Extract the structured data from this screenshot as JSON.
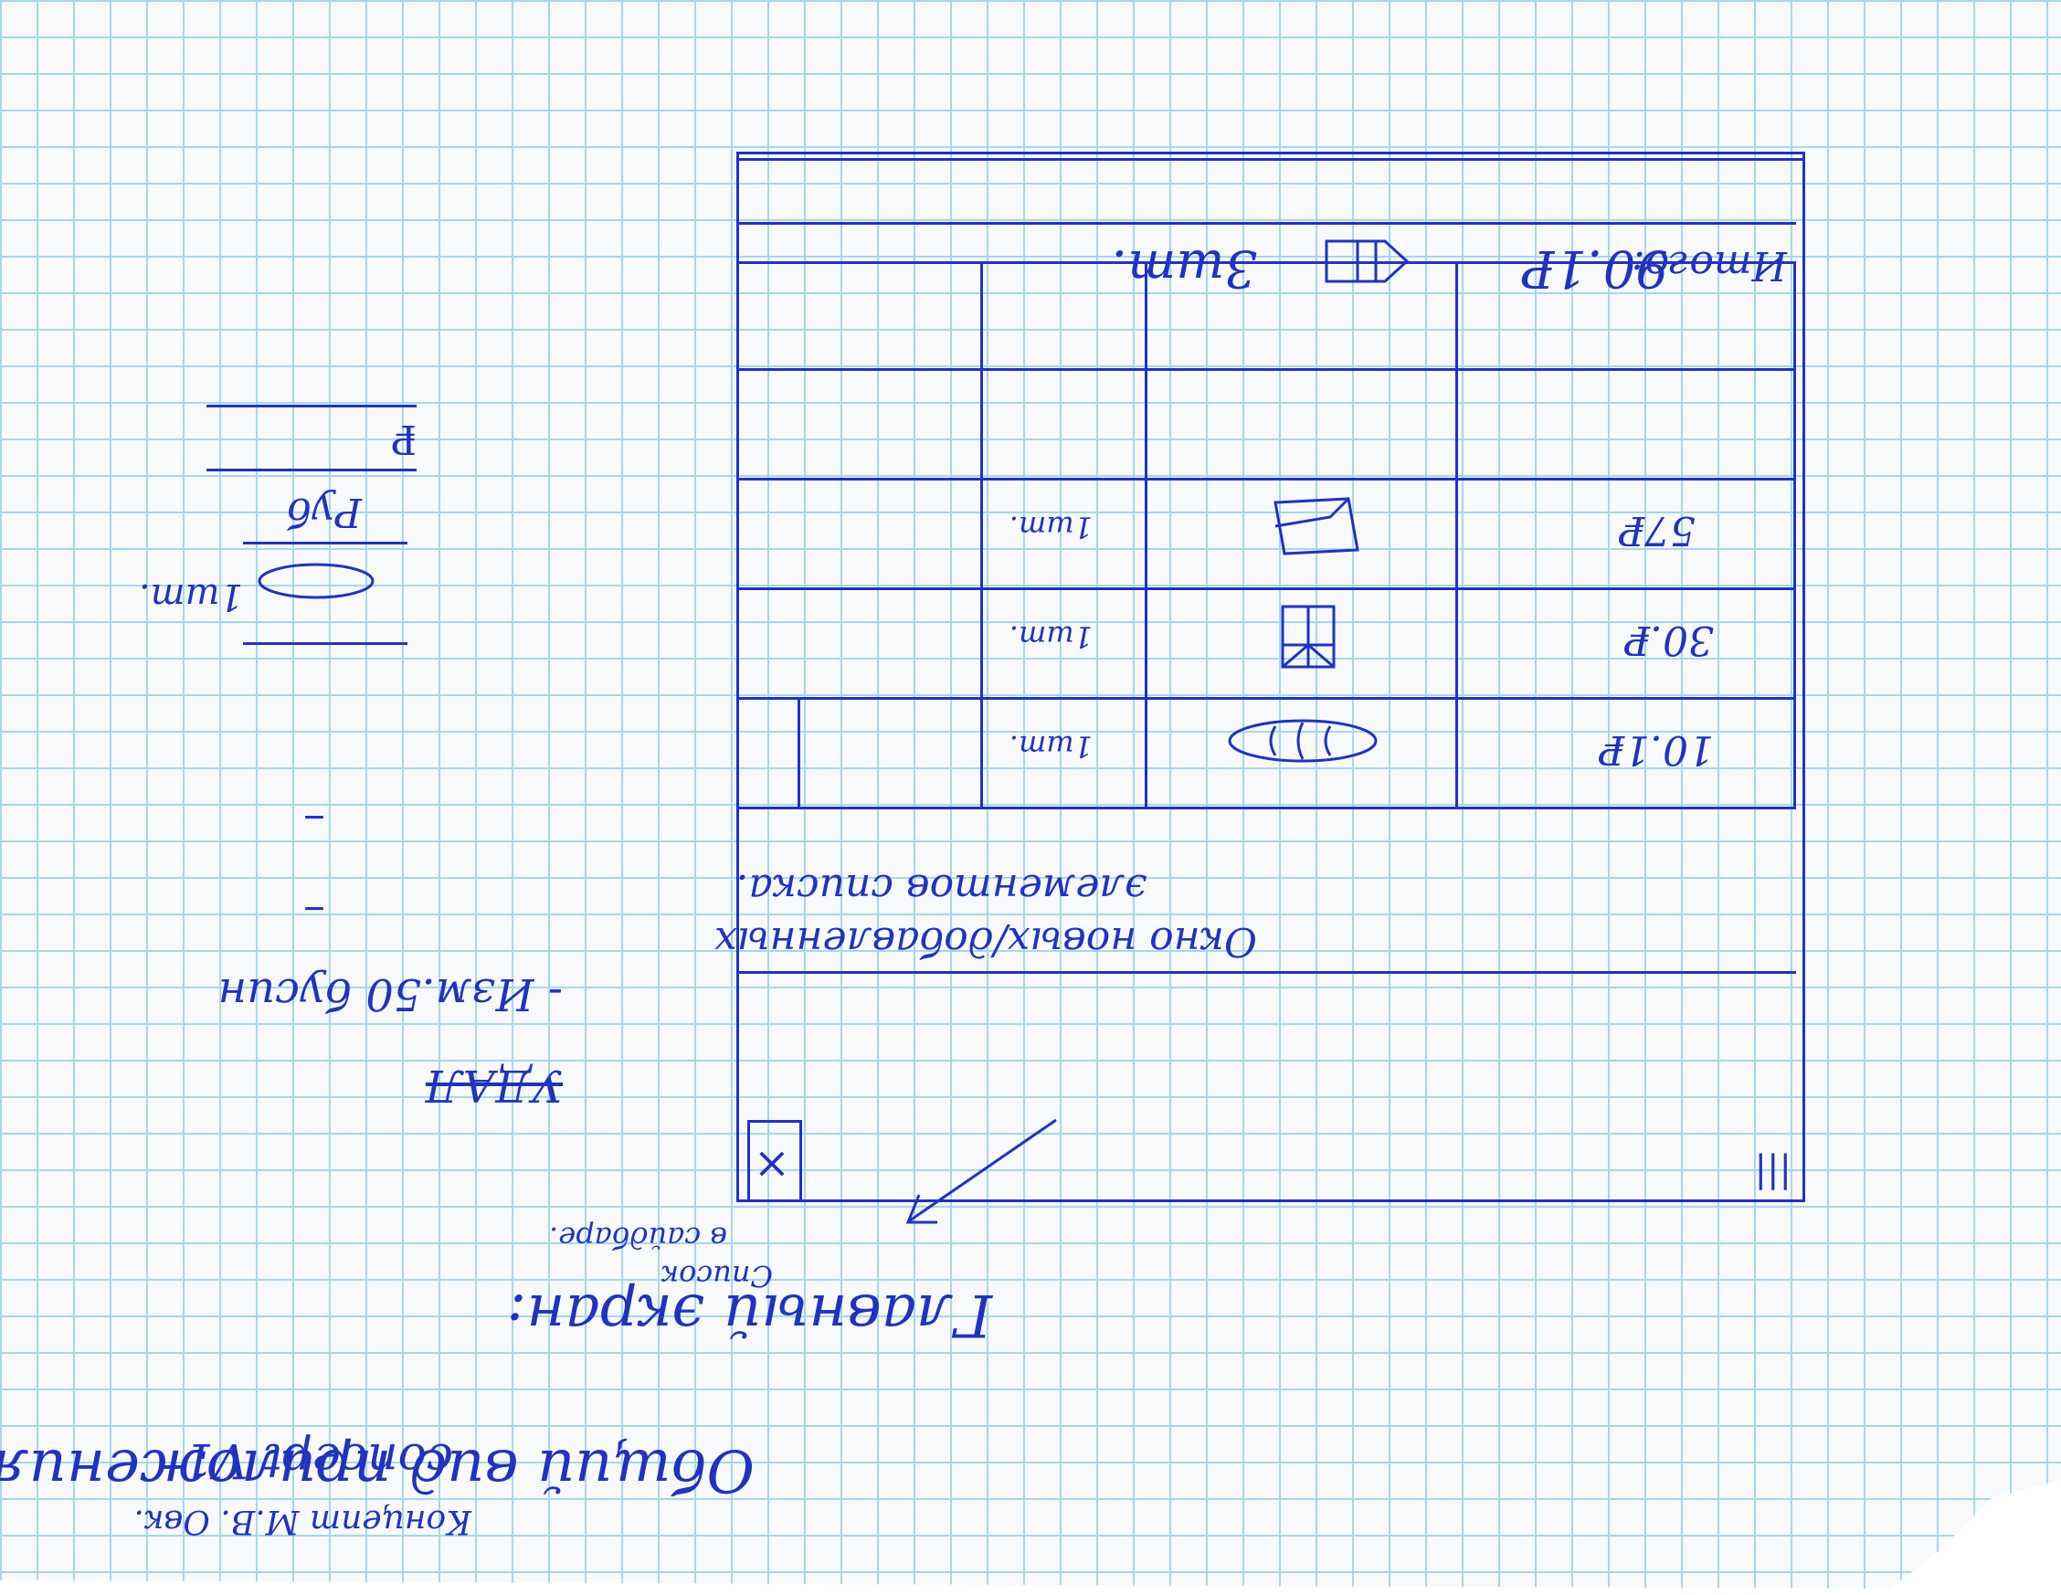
{
  "sketch": {
    "heading": "Общий вид приложения:",
    "subheading": "Главный экран:",
    "credit": "Концепт М.В. Овк.",
    "concept": "concept V1",
    "arrow_note_line1": "Список",
    "arrow_note_line2": "в сайдбаре.",
    "close_mark": "×",
    "hint_line1": "Окно новых/добавленных",
    "hint_line2": "элементов списка.",
    "table": {
      "rows": [
        {
          "price": "10.1₽",
          "item_icon": "bread-icon",
          "qty": "1шт."
        },
        {
          "price": "30.₽",
          "item_icon": "box-icon",
          "qty": "1шт."
        },
        {
          "price": "57₽",
          "item_icon": "milk-carton-icon",
          "qty": "1шт."
        },
        {
          "price": "",
          "item_icon": "",
          "qty": ""
        }
      ]
    },
    "total_label": "Итого:",
    "total_price": "90.1₽",
    "total_qty": "3шт.",
    "side_note": {
      "line1": "- Изм.50 бусин",
      "qty": "1шт.",
      "price_label": "Руб",
      "price_value": "₽",
      "crossed": "УДАЛ"
    }
  }
}
